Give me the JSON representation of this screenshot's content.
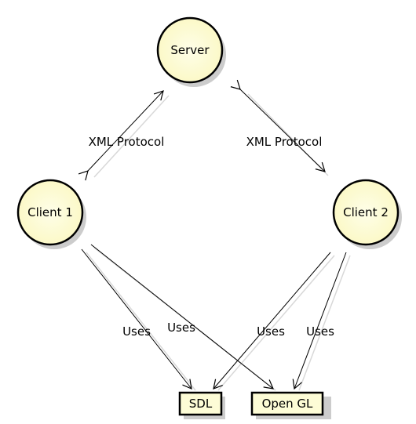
{
  "diagram": {
    "nodes": {
      "server": "Server",
      "client1": "Client 1",
      "client2": "Client 2",
      "sdl": "SDL",
      "opengl": "Open GL"
    },
    "edges": {
      "xml_left": "XML Protocol",
      "xml_right": "XML Protocol",
      "uses_c1_sdl": "Uses",
      "uses_c1_gl": "Uses",
      "uses_c2_sdl": "Uses",
      "uses_c2_gl": "Uses"
    },
    "colors": {
      "node_fill": "#fdfcd6",
      "node_stroke": "#000000",
      "shadow": "#cfcfcf",
      "line": "#000000"
    }
  }
}
